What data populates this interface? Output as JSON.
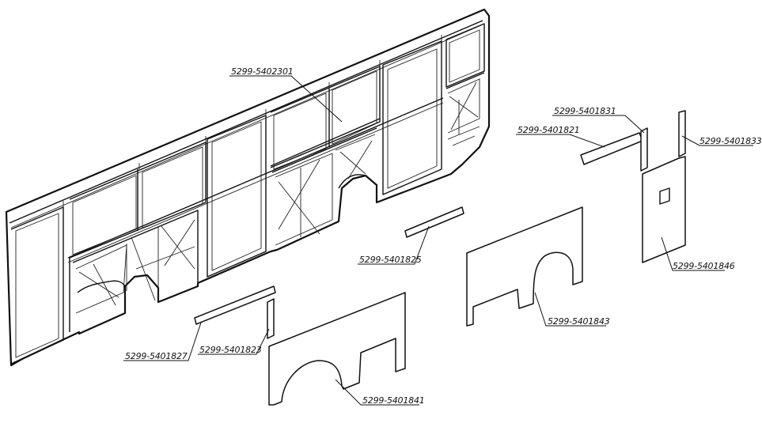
{
  "diagram": {
    "callouts": {
      "roof_frame": "5299-5402301",
      "strip_upper": "5299-5401831",
      "strip_mid": "5299-5401821",
      "post_right": "5299-5401833",
      "panel_right": "5299-5401846",
      "rail_center": "5299-5401825",
      "panel_center": "5299-5401843",
      "rail_left": "5299-5401827",
      "post_left": "5299-5401823",
      "panel_left": "5299-5401841"
    }
  }
}
